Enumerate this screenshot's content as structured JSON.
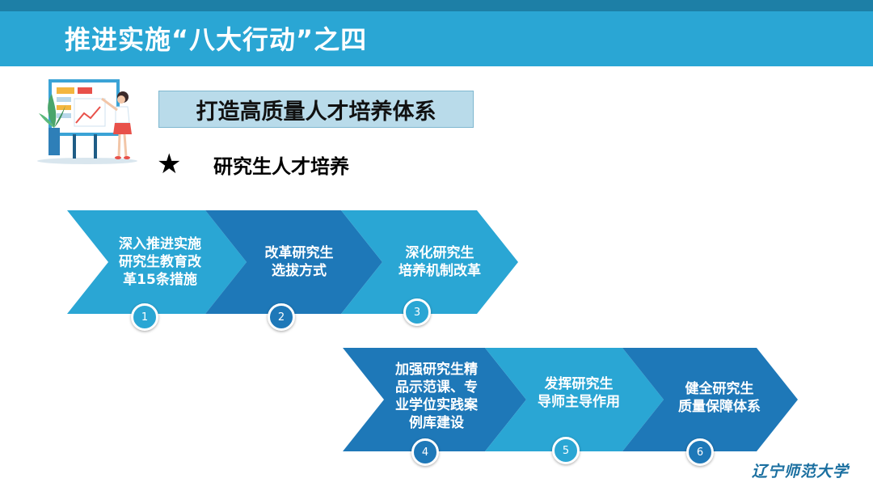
{
  "header": {
    "title": "推进实施“八大行动”之四"
  },
  "subtitle": "打造高质量人才培养体系",
  "section": {
    "marker": "★",
    "label": "研究生人才培养"
  },
  "steps": [
    {
      "num": "1",
      "lines": [
        "深入推进实施",
        "研究生教育改",
        "革15条措施"
      ]
    },
    {
      "num": "2",
      "lines": [
        "改革研究生",
        "选拔方式"
      ]
    },
    {
      "num": "3",
      "lines": [
        "深化研究生",
        "培养机制改革"
      ]
    },
    {
      "num": "4",
      "lines": [
        "加强研究生精",
        "品示范课、专",
        "业学位实践案",
        "例库建设"
      ]
    },
    {
      "num": "5",
      "lines": [
        "发挥研究生",
        "导师主导作用"
      ]
    },
    {
      "num": "6",
      "lines": [
        "健全研究生",
        "质量保障体系"
      ]
    }
  ],
  "logo": "辽宁师范大学",
  "colors": {
    "header": "#2aa6d4",
    "chevron_light": "#2aa6d4",
    "chevron_dark": "#1e78b8"
  }
}
